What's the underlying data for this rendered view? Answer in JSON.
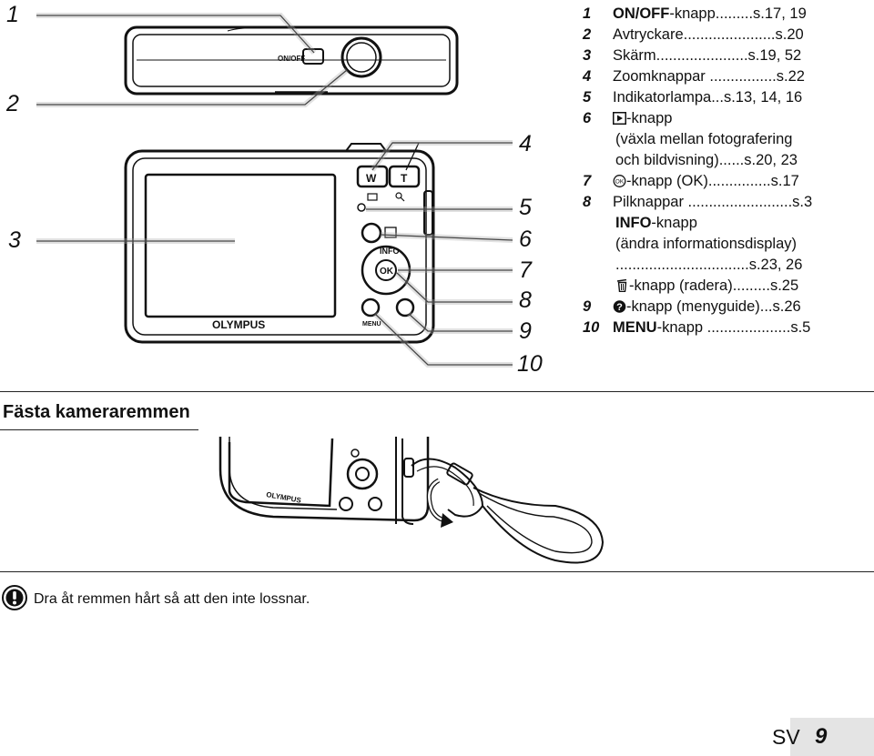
{
  "diagram": {
    "callouts": [
      "1",
      "2",
      "3",
      "4",
      "5",
      "6",
      "7",
      "8",
      "9",
      "10"
    ],
    "camera_labels": {
      "on_off": "ON/OFF",
      "w": "W",
      "t": "T",
      "info": "INFO",
      "ok": "OK",
      "menu": "MENU",
      "brand": "OLYMPUS"
    }
  },
  "legend": {
    "item1_num": "1",
    "item1_bold": "ON/OFF",
    "item1_rest": "-knapp.........s.17, 19",
    "item2_num": "2",
    "item2": "Avtryckare......................s.20",
    "item3_num": "3",
    "item3": "Skärm......................s.19, 52",
    "item4_num": "4",
    "item4": "Zoomknappar ................s.22",
    "item5_num": "5",
    "item5": "Indikatorlampa...s.13, 14, 16",
    "item6_num": "6",
    "item6_rest": "-knapp",
    "item6_line2": "(växla mellan fotografering",
    "item6_line3": "och bildvisning)......s.20, 23",
    "item7_num": "7",
    "item7_rest": "-knapp (OK)...............s.17",
    "item8_num": "8",
    "item8": "Pilknappar .........................s.3",
    "info_bold": "INFO",
    "info_rest": "-knapp",
    "info_line2": "(ändra informationsdisplay)",
    "info_line3": "................................s.23, 26",
    "delete_rest": "-knapp (radera).........s.25",
    "item9_num": "9",
    "item9_rest": "-knapp (menyguide)...s.26",
    "item10_num": "10",
    "item10_bold": "MENU",
    "item10_rest": "-knapp ....................s.5"
  },
  "section": {
    "title": "Fästa kameraremmen",
    "strap_brand": "OLYMPUS"
  },
  "caution": {
    "icon": "exclamation-icon",
    "text": "Dra åt remmen hårt så att den inte lossnar."
  },
  "footer": {
    "language": "SV",
    "page_number": "9"
  }
}
